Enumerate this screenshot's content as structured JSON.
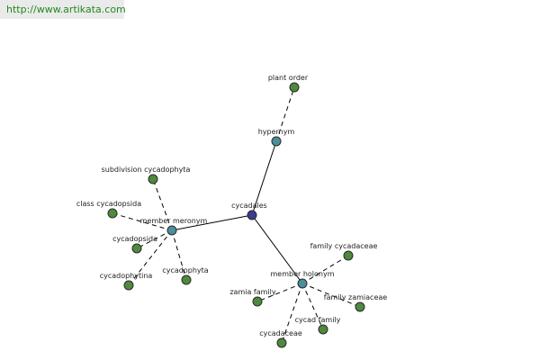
{
  "header": {
    "url_text": "http://www.artikata.com"
  },
  "colors": {
    "banner_bg": "#eaeaea",
    "url_text": "#1f8a1f",
    "root_node": "#3b3b8f",
    "relation_node": "#4a8f9a",
    "leaf_node": "#4e8a3e",
    "edge": "#000000"
  },
  "graph": {
    "nodes": [
      {
        "id": "cycadales",
        "label": "cycadales",
        "kind": "root"
      },
      {
        "id": "hypernym",
        "label": "hypernym",
        "kind": "relation"
      },
      {
        "id": "member-meronym",
        "label": "member meronym",
        "kind": "relation"
      },
      {
        "id": "member-holonym",
        "label": "member holonym",
        "kind": "relation"
      },
      {
        "id": "plant-order",
        "label": "plant order",
        "kind": "leaf"
      },
      {
        "id": "subdivision-cycadophyta",
        "label": "subdivision cycadophyta",
        "kind": "leaf"
      },
      {
        "id": "class-cycadopsida",
        "label": "class cycadopsida",
        "kind": "leaf"
      },
      {
        "id": "cycadopsida",
        "label": "cycadopsida",
        "kind": "leaf"
      },
      {
        "id": "cycadophytina",
        "label": "cycadophytina",
        "kind": "leaf"
      },
      {
        "id": "cycadophyta",
        "label": "cycadophyta",
        "kind": "leaf"
      },
      {
        "id": "family-cycadaceae",
        "label": "family cycadaceae",
        "kind": "leaf"
      },
      {
        "id": "zamia-family",
        "label": "zamia family",
        "kind": "leaf"
      },
      {
        "id": "family-zamiaceae",
        "label": "family zamiaceae",
        "kind": "leaf"
      },
      {
        "id": "cycad-family",
        "label": "cycad family",
        "kind": "leaf"
      },
      {
        "id": "cycadaceae",
        "label": "cycadaceae",
        "kind": "leaf"
      }
    ],
    "edges": [
      {
        "from": "cycadales",
        "to": "hypernym",
        "style": "solid"
      },
      {
        "from": "cycadales",
        "to": "member-meronym",
        "style": "solid"
      },
      {
        "from": "cycadales",
        "to": "member-holonym",
        "style": "solid"
      },
      {
        "from": "hypernym",
        "to": "plant-order",
        "style": "dashed"
      },
      {
        "from": "member-meronym",
        "to": "subdivision-cycadophyta",
        "style": "dashed"
      },
      {
        "from": "member-meronym",
        "to": "class-cycadopsida",
        "style": "dashed"
      },
      {
        "from": "member-meronym",
        "to": "cycadopsida",
        "style": "dashed"
      },
      {
        "from": "member-meronym",
        "to": "cycadophytina",
        "style": "dashed"
      },
      {
        "from": "member-meronym",
        "to": "cycadophyta",
        "style": "dashed"
      },
      {
        "from": "member-holonym",
        "to": "family-cycadaceae",
        "style": "dashed"
      },
      {
        "from": "member-holonym",
        "to": "zamia-family",
        "style": "dashed"
      },
      {
        "from": "member-holonym",
        "to": "family-zamiaceae",
        "style": "dashed"
      },
      {
        "from": "member-holonym",
        "to": "cycad-family",
        "style": "dashed"
      },
      {
        "from": "member-holonym",
        "to": "cycadaceae",
        "style": "dashed"
      }
    ]
  }
}
